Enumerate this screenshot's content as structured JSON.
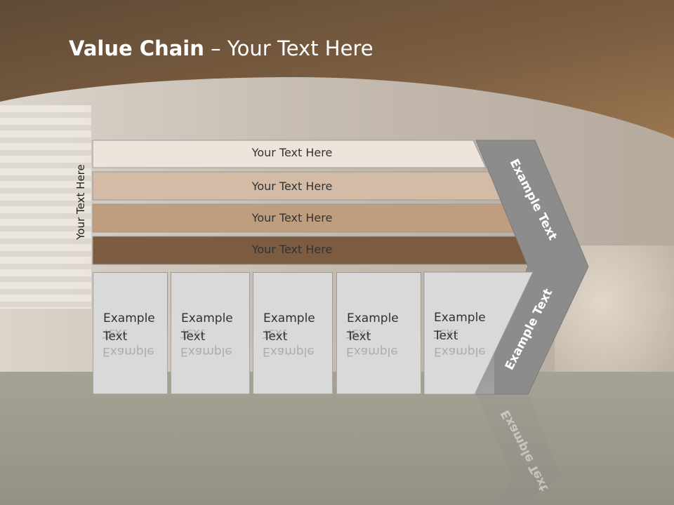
{
  "title": {
    "bold": "Value Chain",
    "rest": " – Your Text Here"
  },
  "side_label": "Your Text Here",
  "bars": [
    {
      "label": "Your Text Here",
      "color": "#ede4dc"
    },
    {
      "label": "Your Text Here",
      "color": "#d3bba5"
    },
    {
      "label": "Your Text Here",
      "color": "#bf9e7f"
    },
    {
      "label": "Your Text Here",
      "color": "#7b5c40"
    }
  ],
  "boxes": [
    {
      "line1": "Example",
      "line2": "Text"
    },
    {
      "line1": "Example",
      "line2": "Text"
    },
    {
      "line1": "Example",
      "line2": "Text"
    },
    {
      "line1": "Example",
      "line2": "Text"
    },
    {
      "line1": "Example",
      "line2": "Text"
    }
  ],
  "chevron": {
    "upper_label": "Example Text",
    "lower_label": "Example Text",
    "color": "#8c8c8c"
  },
  "colors": {
    "header": "#8a6a4a",
    "box_fill": "#d9d9d9"
  }
}
